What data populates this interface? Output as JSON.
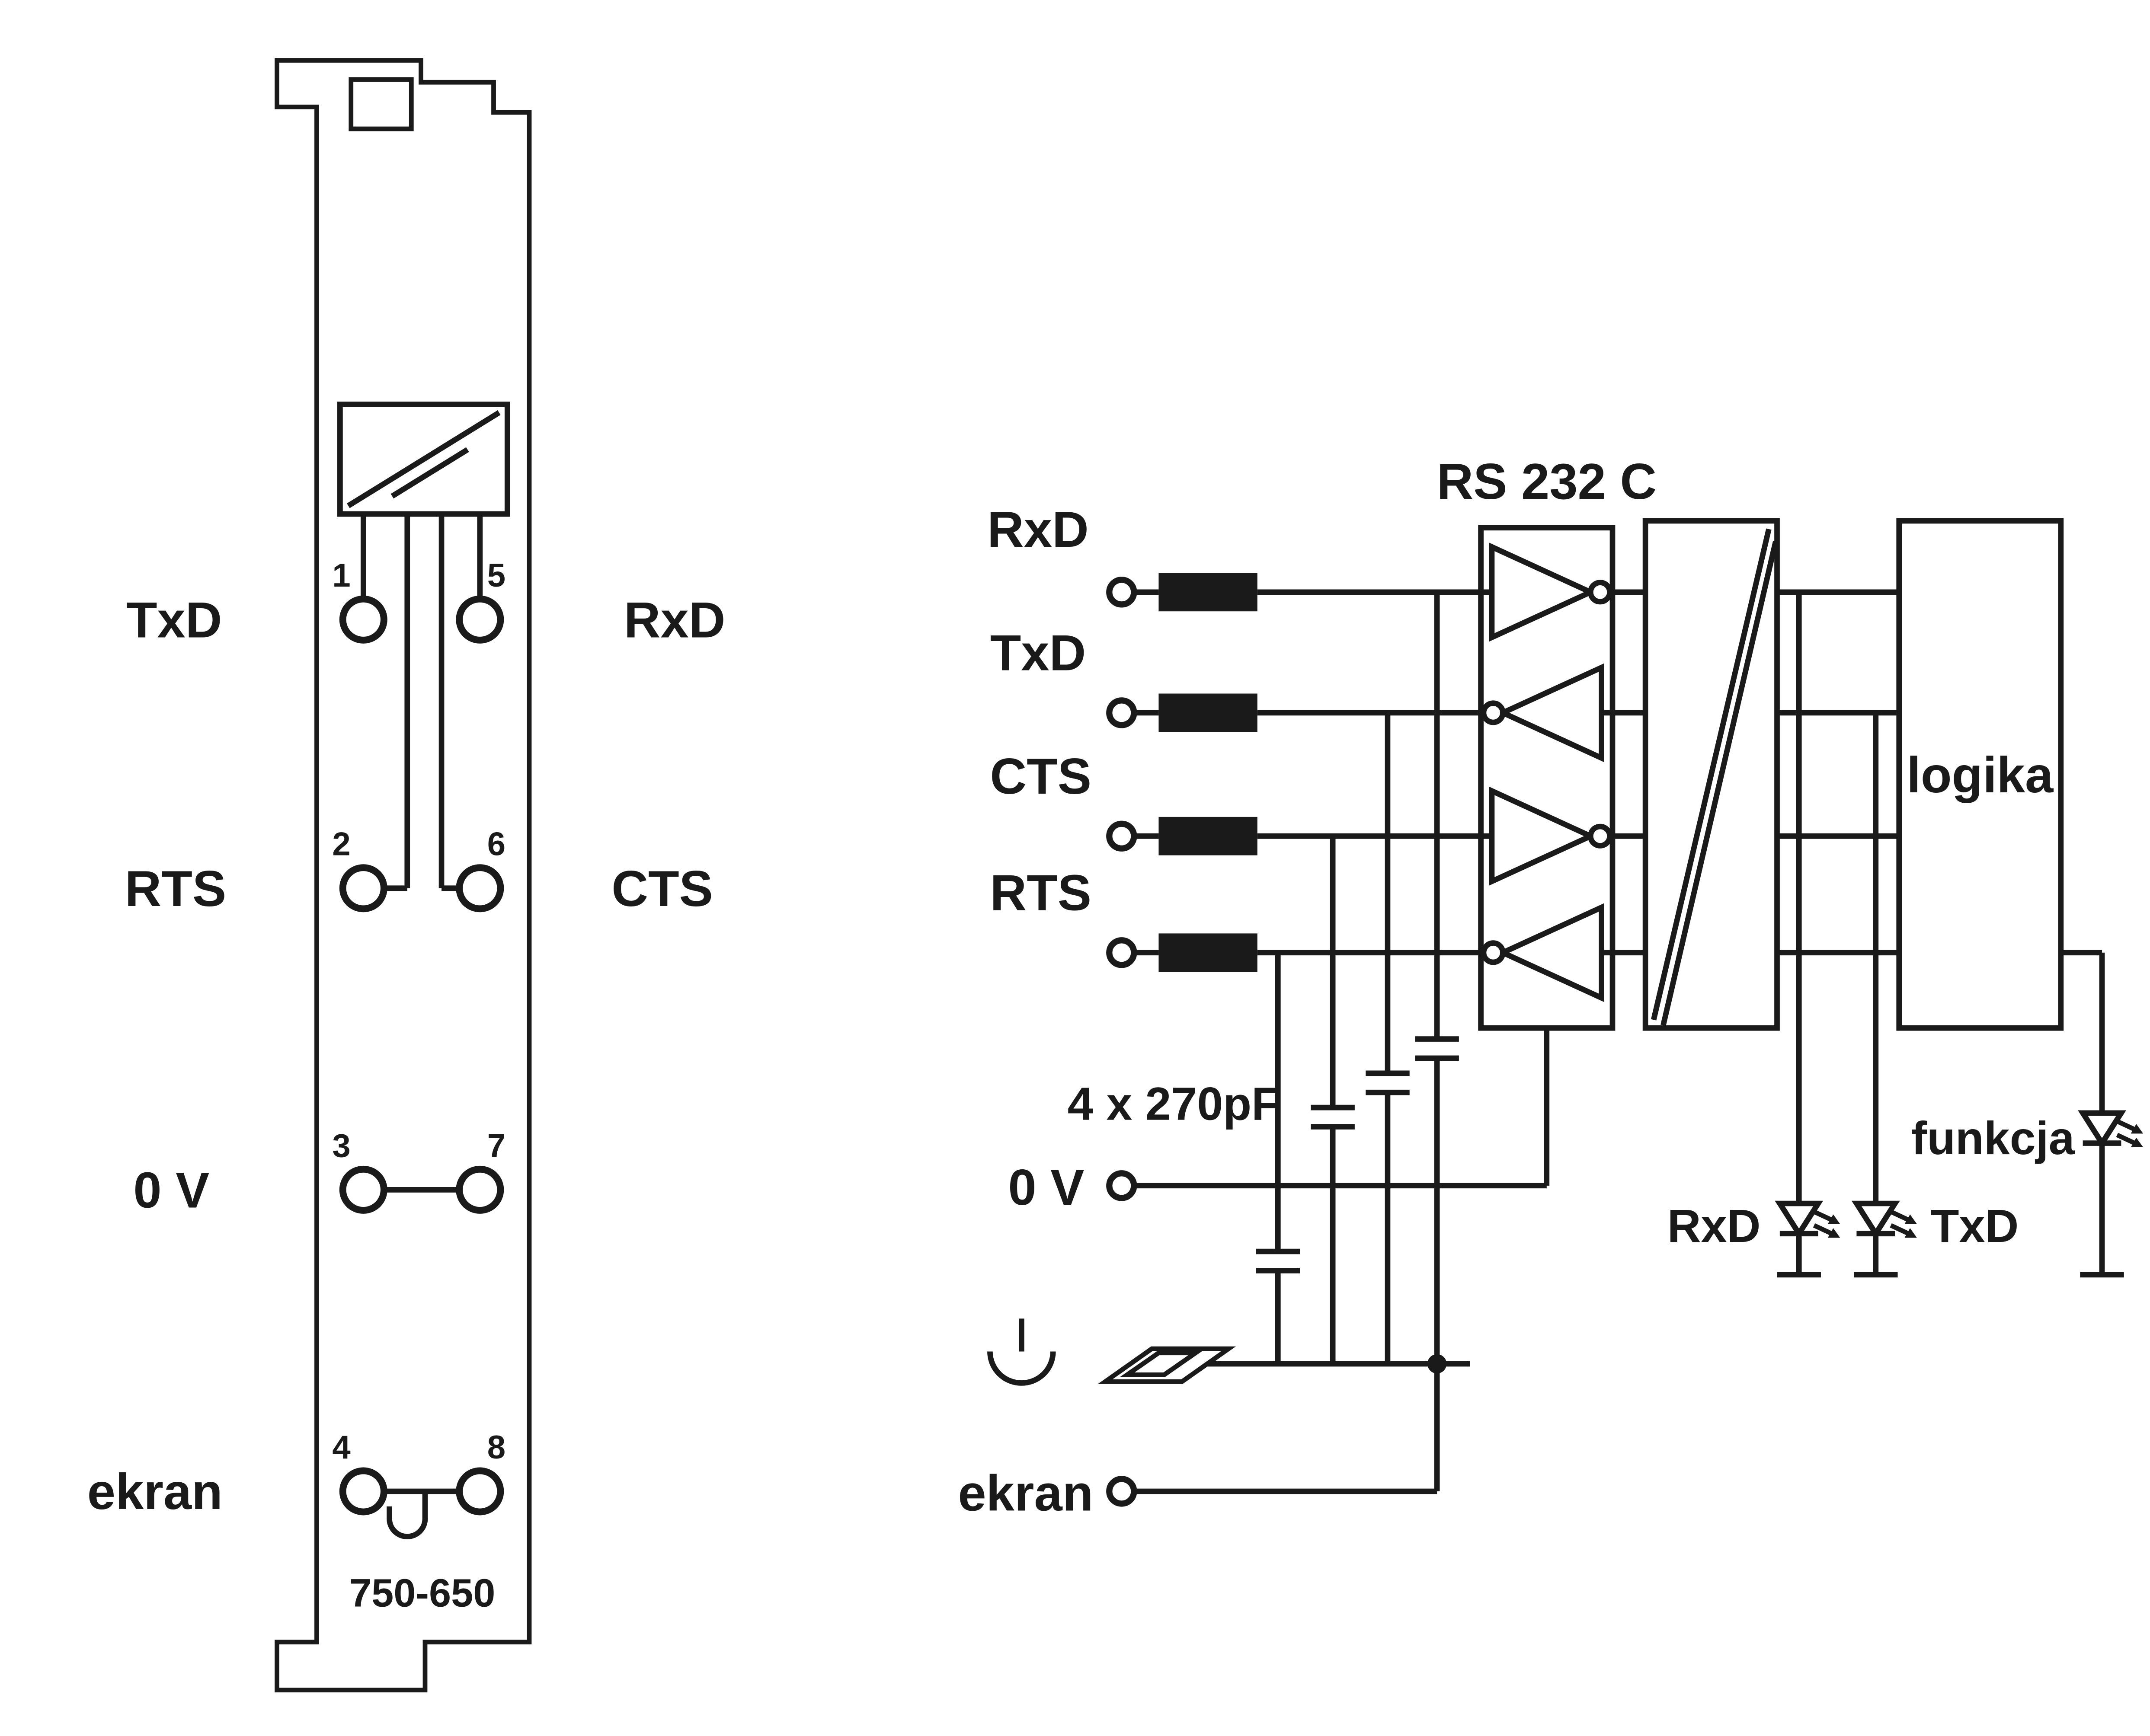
{
  "colors": {
    "line": "#1a1a1a",
    "background": "#ffffff"
  },
  "module": {
    "part_number": "750-650",
    "labels": {
      "txd": "TxD",
      "rxd": "RxD",
      "rts": "RTS",
      "cts": "CTS",
      "zero_v": "0 V",
      "ekran": "ekran"
    },
    "pins": {
      "p1": "1",
      "p2": "2",
      "p3": "3",
      "p4": "4",
      "p5": "5",
      "p6": "6",
      "p7": "7",
      "p8": "8"
    }
  },
  "schematic": {
    "signals": {
      "rxd": "RxD",
      "txd": "TxD",
      "cts": "CTS",
      "rts": "RTS",
      "zero_v": "0 V",
      "ekran": "ekran"
    },
    "rs232_label": "RS 232 C",
    "logic_label": "logika",
    "capacitors_label": "4 x 270pF",
    "leds": {
      "rxd": "RxD",
      "txd": "TxD",
      "funkcja": "funkcja"
    }
  }
}
